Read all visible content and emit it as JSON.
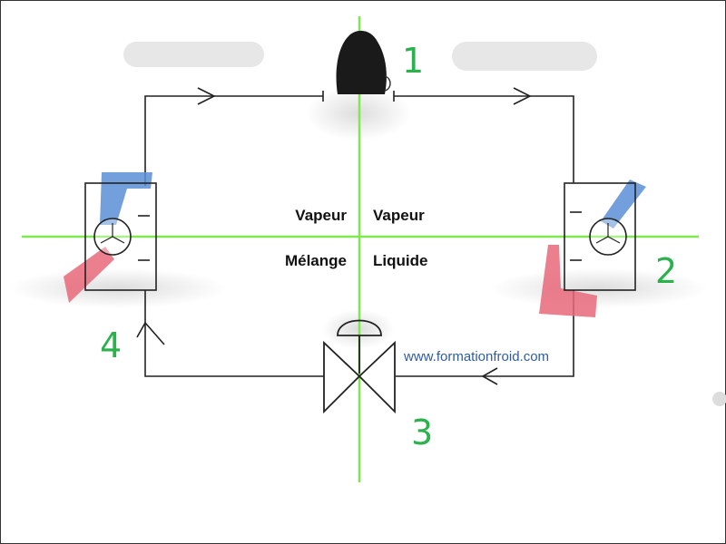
{
  "quadrants": {
    "top_left": "Vapeur",
    "top_right": "Vapeur",
    "bottom_left": "Mélange",
    "bottom_right": "Liquide"
  },
  "components": {
    "compressor": "1",
    "condenser": "2",
    "expansion_valve": "3",
    "evaporator": "4"
  },
  "website": "www.formationfroid.com",
  "colors": {
    "axis": "#7ee84e",
    "number": "#2bb24c",
    "website": "#2f5d9e",
    "hot": "#e8697a",
    "cold": "#5b8fd6",
    "line": "#222222"
  }
}
